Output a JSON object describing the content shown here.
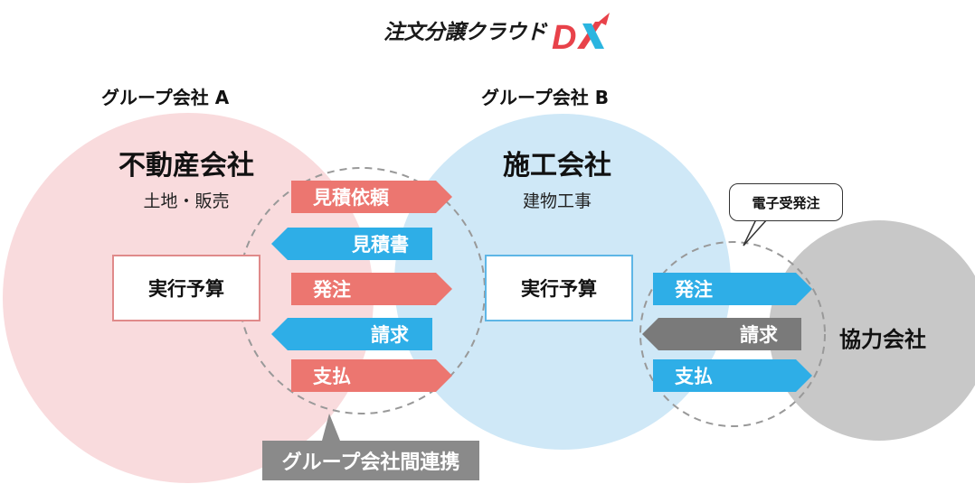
{
  "logo": {
    "text": "注文分譲クラウド",
    "mark": "DX"
  },
  "group_a": {
    "label": "グループ会社 A",
    "title": "不動産会社",
    "subtitle": "土地・販売",
    "budget": "実行予算",
    "color": "#f9dbdd"
  },
  "group_b": {
    "label": "グループ会社 B",
    "title": "施工会社",
    "subtitle": "建物工事",
    "budget": "実行予算",
    "color": "#cfe8f7"
  },
  "partner": {
    "name": "協力会社",
    "color": "#c8c8c8"
  },
  "ab_flows": [
    {
      "label": "見積依頼",
      "direction": "right",
      "color": "red"
    },
    {
      "label": "見積書",
      "direction": "left",
      "color": "blue"
    },
    {
      "label": "発注",
      "direction": "right",
      "color": "red"
    },
    {
      "label": "請求",
      "direction": "left",
      "color": "blue"
    },
    {
      "label": "支払",
      "direction": "right",
      "color": "red"
    }
  ],
  "bp_flows": [
    {
      "label": "発注",
      "direction": "right",
      "color": "blue"
    },
    {
      "label": "請求",
      "direction": "left",
      "color": "gray"
    },
    {
      "label": "支払",
      "direction": "right",
      "color": "blue"
    }
  ],
  "callouts": {
    "electronic": "電子受発注",
    "group_link": "グループ会社間連携"
  },
  "colors": {
    "red_arrow": "#ec7670",
    "blue_arrow": "#2eaee7",
    "gray_arrow": "#7a7a7a",
    "logo_d": "#e8424a",
    "logo_x": "#2bb5e0"
  }
}
